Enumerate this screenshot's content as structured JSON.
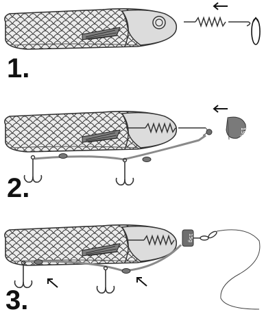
{
  "steps": [
    {
      "number": "1."
    },
    {
      "number": "2."
    },
    {
      "number": "3."
    }
  ],
  "weight_label": "15g",
  "colors": {
    "body_fill": "#e6e6e6",
    "outline": "#333333",
    "scale_line": "#444444",
    "wire_gray": "#8a8a8a",
    "weight_fill": "#6f6f6f",
    "ink": "#111111"
  },
  "icons": [
    "arrow-left-icon",
    "rotate-arrow-icon",
    "treble-hook-icon",
    "sinker-weight-icon",
    "snap-swivel-icon"
  ]
}
